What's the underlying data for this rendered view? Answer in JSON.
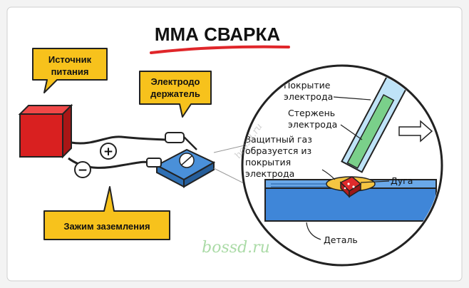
{
  "title": "ММА СВАРКА",
  "labels": {
    "power_source": [
      "Источник",
      "питания"
    ],
    "electrode_holder": [
      "Электродо",
      "держатель"
    ],
    "ground_clamp": "Зажим заземления",
    "electrode_coating": [
      "Покрытие",
      "электрода"
    ],
    "electrode_core": [
      "Стержень",
      "электрода"
    ],
    "shielding_gas": [
      "Защитный газ",
      "образуется из",
      "покрытия",
      "электрода"
    ],
    "arc": "Дуга",
    "workpiece": "Деталь",
    "plus": "+",
    "minus": "−"
  },
  "watermark": {
    "main": "bossd.ru",
    "diagonal": "bossd.ru"
  },
  "colors": {
    "background": "#f3f3f3",
    "frame": "#ffffff",
    "callout_fill": "#f7c21c",
    "power_red": "#d92020",
    "holder_blue": "#4a90d9",
    "workpiece_blue": "#3f86d8",
    "electrode_core_green": "#7ad08a",
    "electrode_coating_blue": "#bfe3f7",
    "arc_red": "#e02c2c",
    "underline_red": "#e0262a",
    "gas_yellow": "#f5c542",
    "watermark_green": "#8fcf8a"
  }
}
